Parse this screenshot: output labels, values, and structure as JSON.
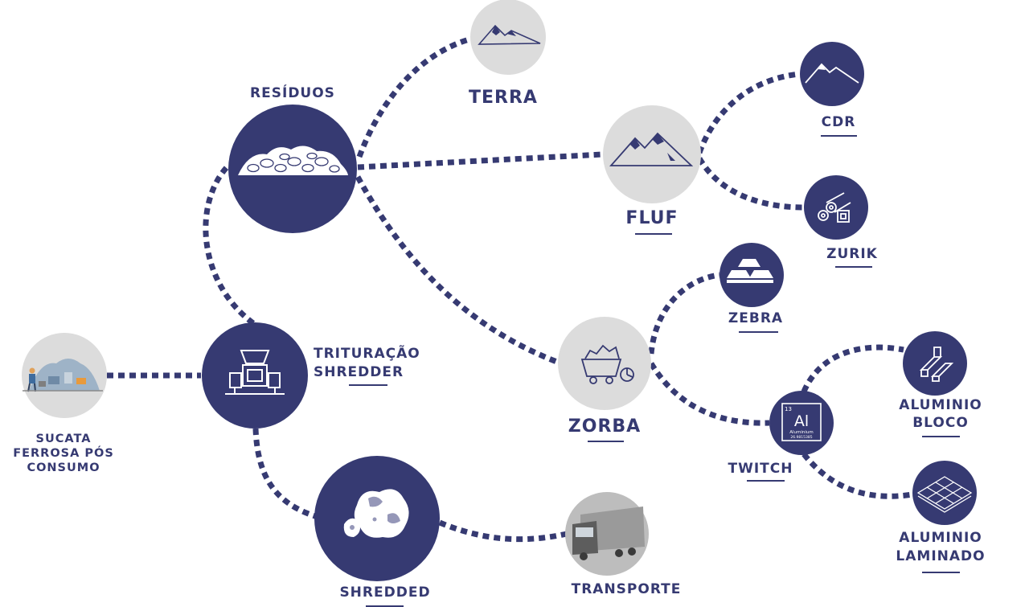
{
  "colors": {
    "navy": "#363a72",
    "gray": "#dcdcdc",
    "line": "#363a72",
    "white": "#ffffff"
  },
  "nodes": {
    "sucata": {
      "lines": [
        "SUCATA",
        "FERROSA PÓS",
        "CONSUMO"
      ],
      "icon": "scrap-pile-worker-icon"
    },
    "trituracao": {
      "lines": [
        "TRITURAÇÃO",
        "SHREDDER"
      ],
      "icon": "shredder-machine-icon"
    },
    "residuos": {
      "lines": [
        "RESÍDUOS"
      ],
      "icon": "rubble-pile-icon"
    },
    "terra": {
      "lines": [
        "TERRA"
      ],
      "icon": "mountain-icon"
    },
    "fluf": {
      "lines": [
        "FLUF"
      ],
      "icon": "mountains-icon"
    },
    "cdr": {
      "lines": [
        "CDR"
      ],
      "icon": "mountain-icon"
    },
    "zurik": {
      "lines": [
        "ZURIK"
      ],
      "icon": "pipes-stack-icon"
    },
    "zorba": {
      "lines": [
        "ZORBA"
      ],
      "icon": "mine-cart-icon"
    },
    "zebra": {
      "lines": [
        "ZEBRA"
      ],
      "icon": "ingots-icon"
    },
    "twitch": {
      "lines": [
        "TWITCH"
      ],
      "icon": "aluminium-element-icon"
    },
    "aluminio_bloco": {
      "lines": [
        "ALUMINIO",
        "BLOCO"
      ],
      "icon": "aluminium-blocks-icon"
    },
    "aluminio_laminado": {
      "lines": [
        "ALUMINIO",
        "LAMINADO"
      ],
      "icon": "aluminium-sheet-icon"
    },
    "shredded": {
      "lines": [
        "SHREDDED"
      ],
      "icon": "shredded-scrap-icon"
    },
    "transporte": {
      "lines": [
        "TRANSPORTE"
      ],
      "icon": "truck-icon"
    }
  },
  "element_tile": {
    "number": "13",
    "symbol": "Al",
    "name": "Aluminium",
    "mass": "26.9815385"
  }
}
